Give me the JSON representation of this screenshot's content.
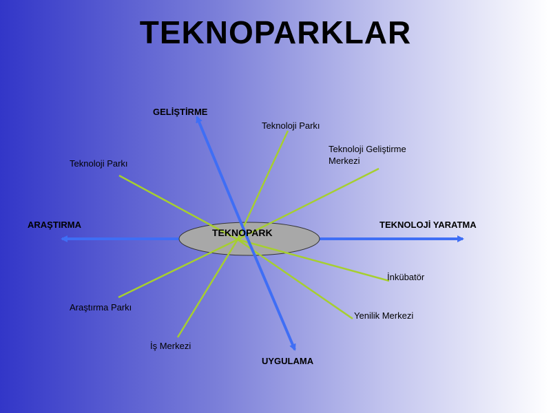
{
  "title": "TEKNOPARKLAR",
  "center": {
    "label": "TEKNOPARK",
    "fill": "#a8a8a8"
  },
  "axes": {
    "up": "GELİŞTİRME",
    "down": "UYGULAMA",
    "left": "ARAŞTIRMA",
    "right": "TEKNOLOJİ YARATMA"
  },
  "spokes": {
    "upper_left": "Teknoloji Parkı",
    "upper_middle": "Teknoloji Parkı",
    "upper_right": "Teknoloji Geliştirme Merkezi",
    "lower_left": "Araştırma Parkı",
    "lower_middle": "İş Merkezi",
    "lower_right_1": "İnkübatör",
    "lower_right_2": "Yenilik Merkezi"
  },
  "colors": {
    "arrow": "#3f6ef5",
    "spoke_line": "#a6cf2f",
    "background_left": "#3236c8",
    "background_right": "#ffffff"
  }
}
